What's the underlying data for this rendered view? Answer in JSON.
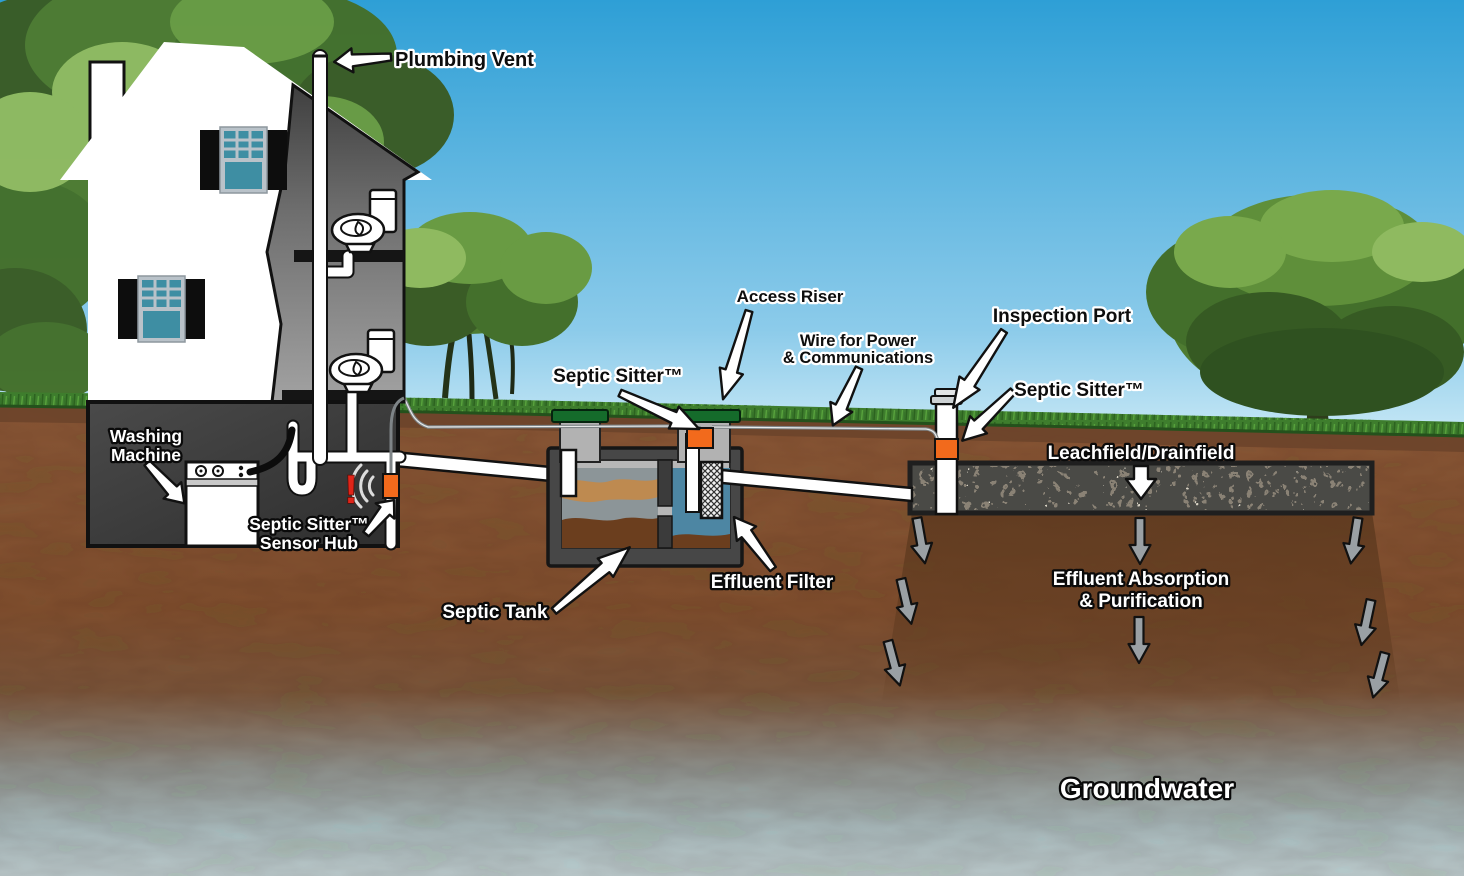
{
  "diagram": {
    "type": "septic-system-cutaway-illustration",
    "labels": {
      "plumbing_vent": "Plumbing Vent",
      "washing_machine_line1": "Washing",
      "washing_machine_line2": "Machine",
      "sensor_hub_line1": "Septic Sitter™",
      "sensor_hub_line2": "Sensor Hub",
      "alert_mark": "!",
      "septic_tank": "Septic Tank",
      "septic_sitter_tank": "Septic Sitter™",
      "access_riser": "Access Riser",
      "wire_line1": "Wire for Power",
      "wire_line2": "& Communications",
      "inspection_port": "Inspection Port",
      "septic_sitter_port": "Septic Sitter™",
      "leachfield": "Leachfield/Drainfield",
      "effluent_filter": "Effluent Filter",
      "absorption_line1": "Effluent Absorption",
      "absorption_line2": "& Purification",
      "groundwater": "Groundwater"
    },
    "colors": {
      "sky_top": "#2E9FD6",
      "sky_horizon": "#C9E9F6",
      "soil_brown": "#8A5A38",
      "grass_green": "#3E7D2D",
      "lid_green": "#156B2B",
      "sensor_orange": "#F26A1C",
      "alert_red": "#E02519",
      "effluent_blue": "#4D86A3",
      "scum_tan": "#BE8A50",
      "sludge_brown": "#6B3E1E",
      "groundwater_gray": "#AEC3C6"
    }
  }
}
